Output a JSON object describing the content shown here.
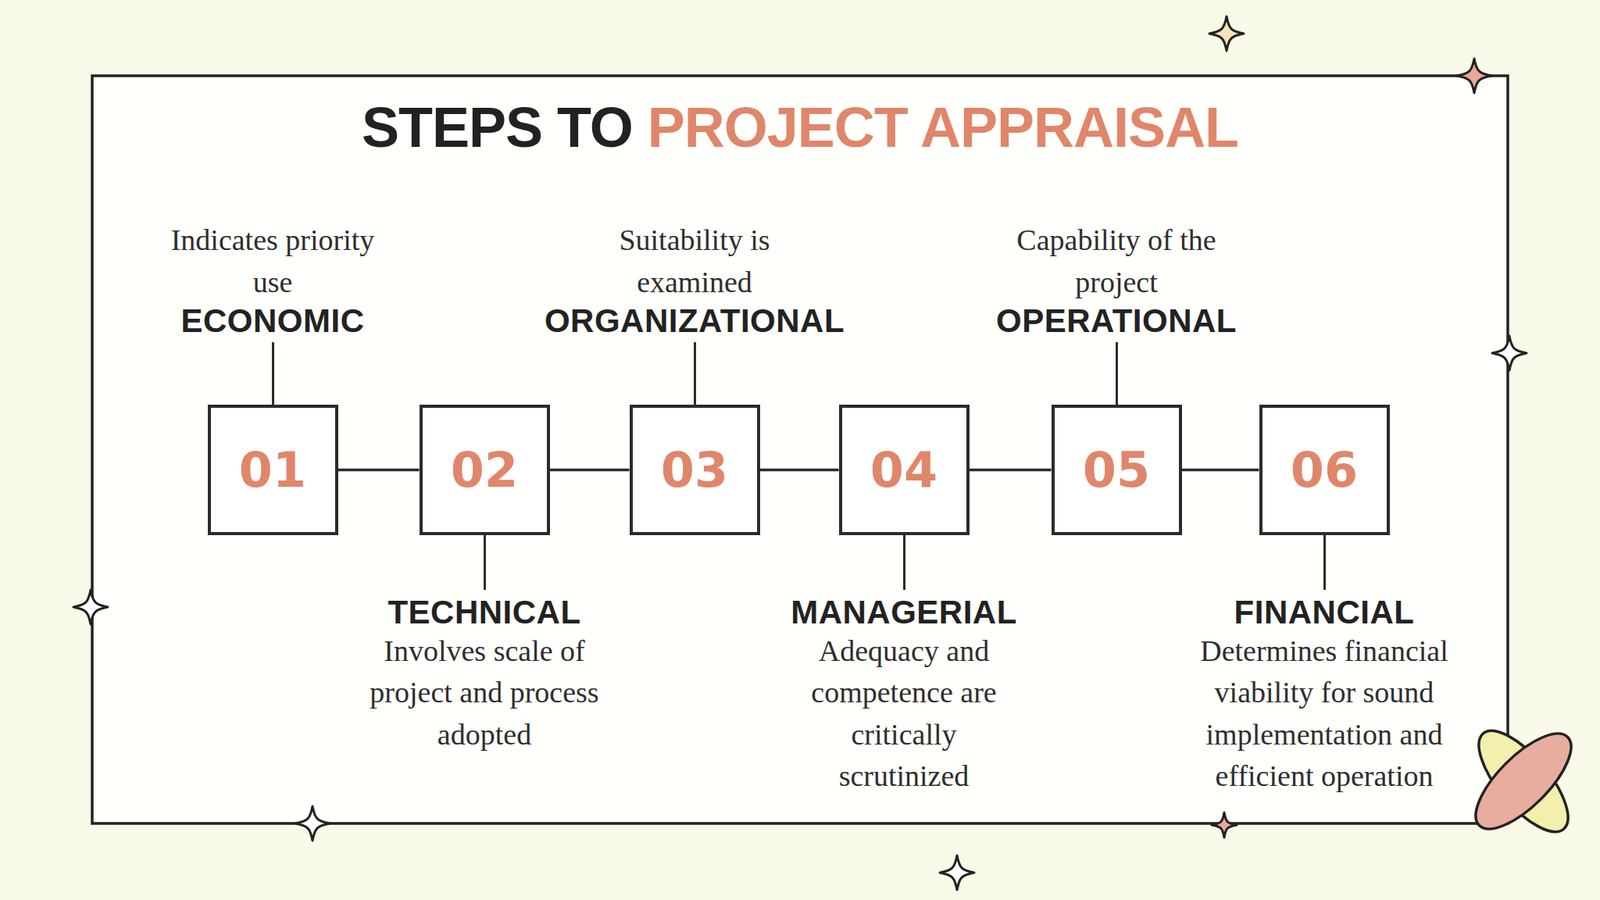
{
  "diagram": {
    "title": "STEPS TO PROJECT APPRAISAL",
    "nodes": [
      {
        "text": [
          "01",
          "ECONOMIC",
          "Indicates priority use"
        ]
      },
      {
        "text": [
          "02",
          "TECHNICAL",
          "Involves scale of project and process adopted"
        ]
      },
      {
        "text": [
          "03",
          "ORGANIZATIONAL",
          "Suitability is examined"
        ]
      },
      {
        "text": [
          "04",
          "MANAGERIAL",
          "Adequacy and competence are critically scrutinized"
        ]
      },
      {
        "text": [
          "05",
          "OPERATIONAL",
          "Capability of the project"
        ]
      },
      {
        "text": [
          "06",
          "FINANCIAL",
          "Determines financial viability for sound implementation and efficient operation"
        ]
      }
    ],
    "edges": [
      {
        "from": 0,
        "to": 1,
        "arrow": "none"
      },
      {
        "from": 1,
        "to": 2,
        "arrow": "none"
      },
      {
        "from": 2,
        "to": 3,
        "arrow": "none"
      },
      {
        "from": 3,
        "to": 4,
        "arrow": "none"
      },
      {
        "from": 4,
        "to": 5,
        "arrow": "none"
      }
    ]
  }
}
